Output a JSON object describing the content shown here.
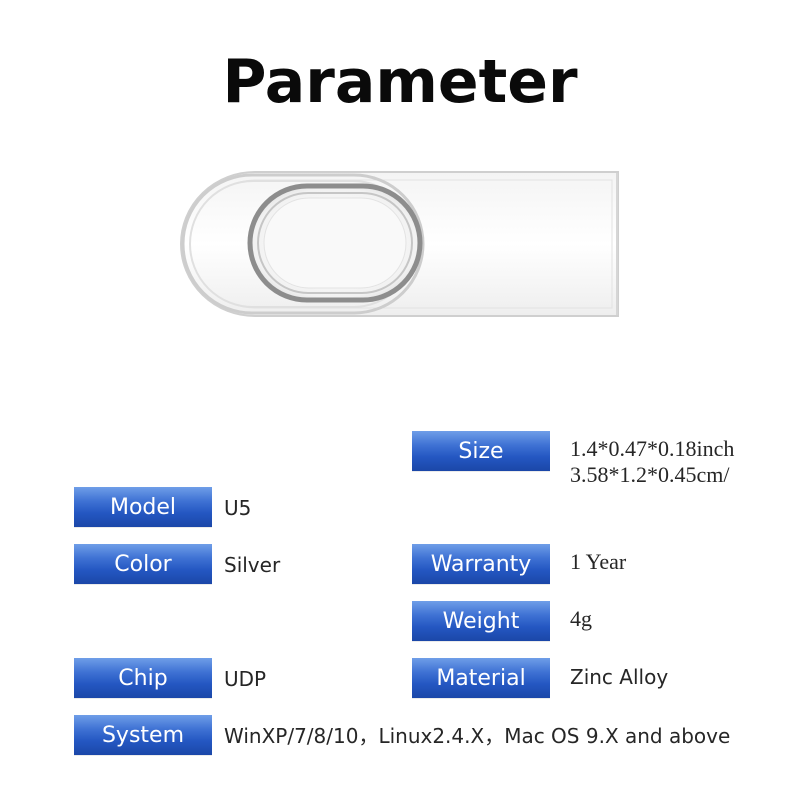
{
  "title": "Parameter",
  "product_image": {
    "icon": "usb-flash-drive-icon",
    "finish_color": "#e6e6e6"
  },
  "colors": {
    "label_top": "#6f9ee8",
    "label_bottom": "#1b47a8",
    "label_text": "#ffffff"
  },
  "specs": {
    "model": {
      "label": "Model",
      "value": "U5"
    },
    "color": {
      "label": "Color",
      "value": "Silver"
    },
    "chip": {
      "label": "Chip",
      "value": "UDP"
    },
    "system": {
      "label": "System",
      "value": "WinXP/7/8/10，Linux2.4.X，Mac OS 9.X and above"
    },
    "size": {
      "label": "Size",
      "value_line1": "1.4*0.47*0.18inch",
      "value_line2": "3.58*1.2*0.45cm/"
    },
    "warranty": {
      "label": "Warranty",
      "value": "1 Year"
    },
    "weight": {
      "label": "Weight",
      "value": "4g"
    },
    "material": {
      "label": "Material",
      "value": "Zinc Alloy"
    }
  }
}
